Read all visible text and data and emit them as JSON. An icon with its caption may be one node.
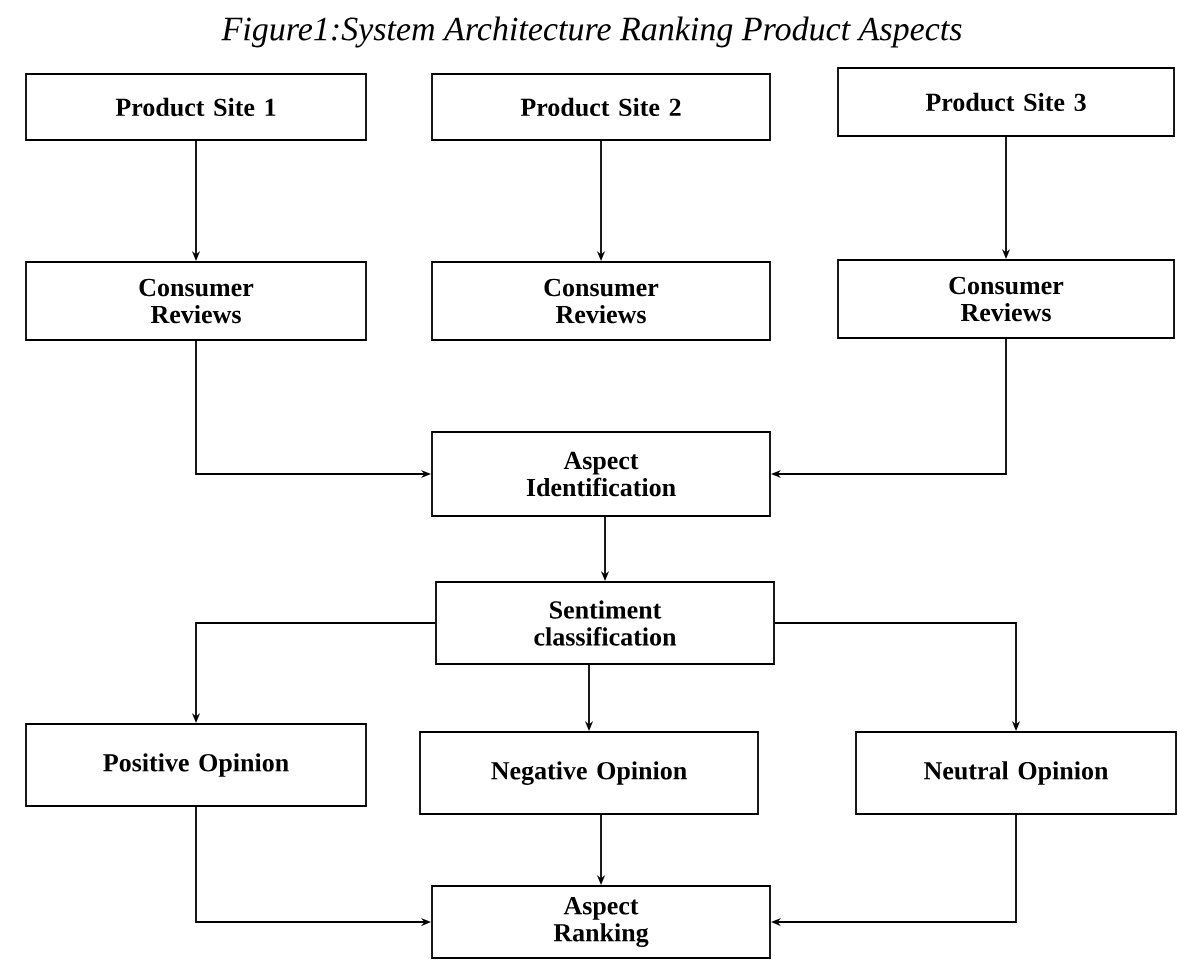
{
  "diagram": {
    "title": "Figure1:System Architecture Ranking Product Aspects",
    "nodes": [
      {
        "text": [
          "Product Site 1"
        ]
      },
      {
        "text": [
          "Product Site 2"
        ]
      },
      {
        "text": [
          "Product Site 3"
        ]
      },
      {
        "text": [
          "Consumer Reviews"
        ]
      },
      {
        "text": [
          "Consumer Reviews"
        ]
      },
      {
        "text": [
          "Consumer Reviews"
        ]
      },
      {
        "text": [
          "Aspect Identification"
        ]
      },
      {
        "text": [
          "Sentiment classification"
        ]
      },
      {
        "text": [
          "Positive Opinion"
        ]
      },
      {
        "text": [
          "Negative Opinion"
        ]
      },
      {
        "text": [
          "Neutral Opinion"
        ]
      },
      {
        "text": [
          "Aspect Ranking"
        ]
      }
    ],
    "edges": [
      {
        "from": 0,
        "to": 3,
        "arrow": "to"
      },
      {
        "from": 1,
        "to": 4,
        "arrow": "to"
      },
      {
        "from": 2,
        "to": 5,
        "arrow": "to"
      },
      {
        "from": 3,
        "to": 6,
        "arrow": "to"
      },
      {
        "from": 5,
        "to": 6,
        "arrow": "to"
      },
      {
        "from": 6,
        "to": 7,
        "arrow": "to"
      },
      {
        "from": 7,
        "to": 8,
        "arrow": "to"
      },
      {
        "from": 7,
        "to": 9,
        "arrow": "to"
      },
      {
        "from": 7,
        "to": 10,
        "arrow": "to"
      },
      {
        "from": 8,
        "to": 11,
        "arrow": "to"
      },
      {
        "from": 9,
        "to": 11,
        "arrow": "to"
      },
      {
        "from": 10,
        "to": 11,
        "arrow": "to"
      }
    ]
  }
}
